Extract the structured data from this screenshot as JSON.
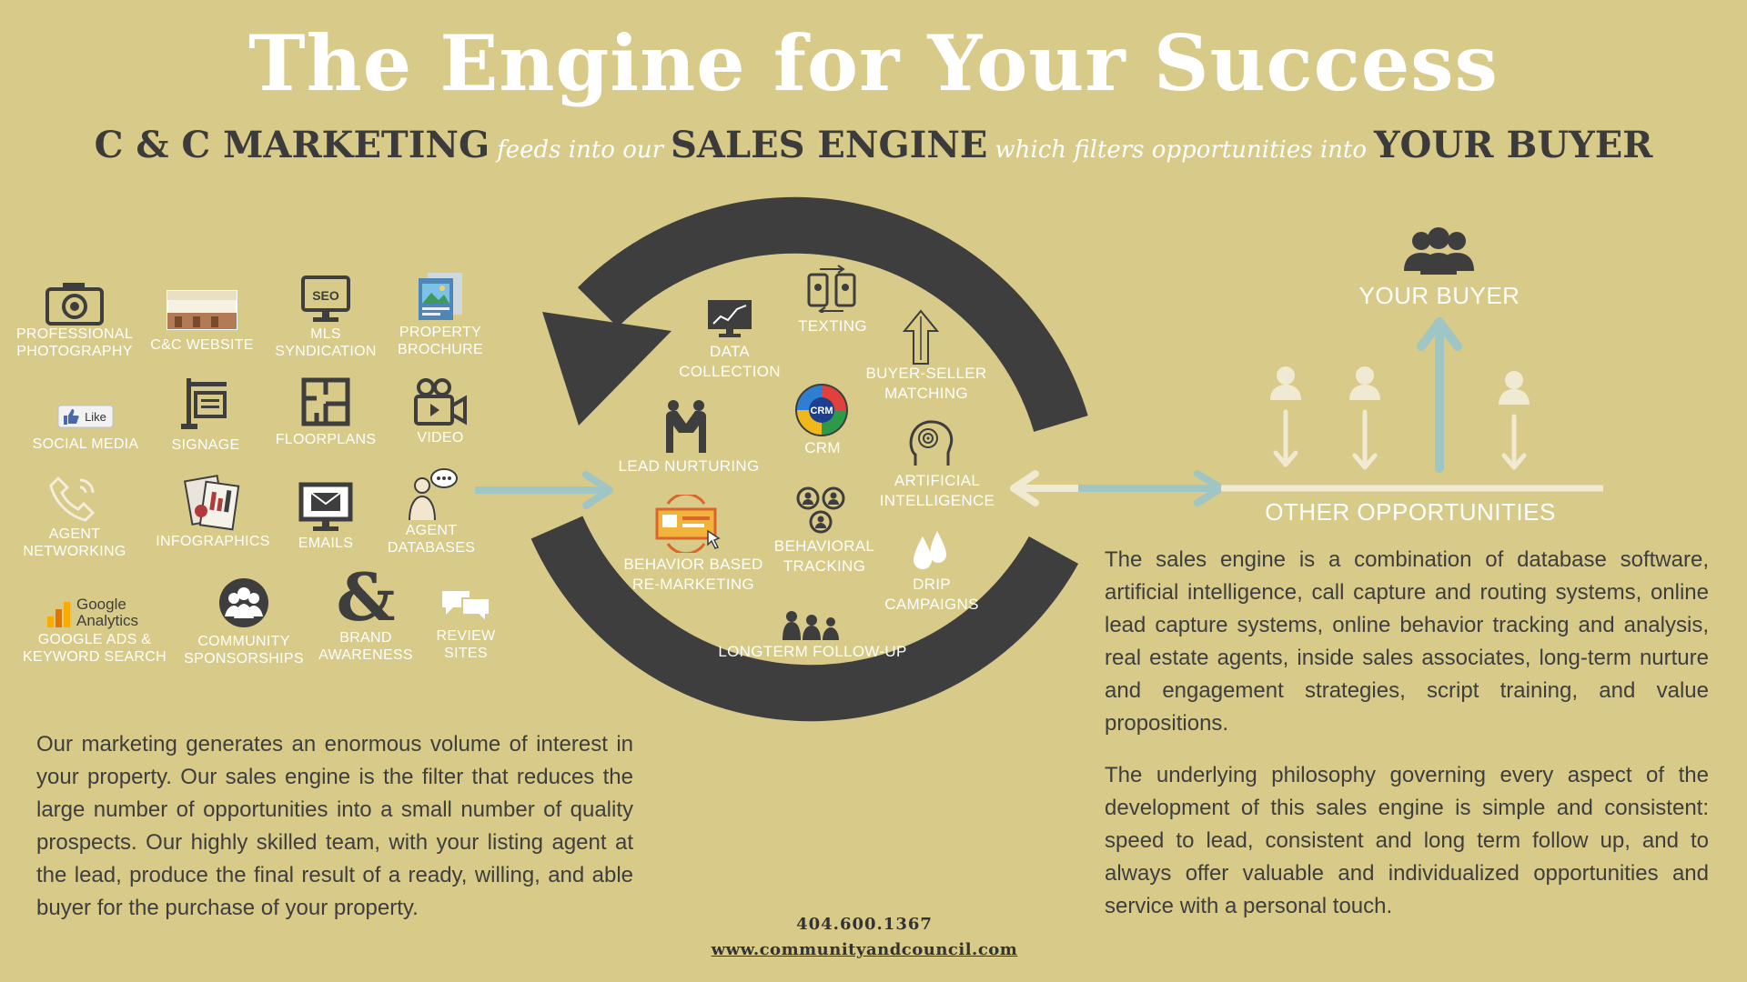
{
  "header": {
    "title": "The Engine for Your Success",
    "sub_1": "C & C MARKETING",
    "sub_2": "feeds into our",
    "sub_3": "SALES ENGINE",
    "sub_4": "which filters opportunities into",
    "sub_5": "YOUR BUYER"
  },
  "marketing": [
    {
      "icon": "camera-icon",
      "label": "PROFESSIONAL\nPHOTOGRAPHY"
    },
    {
      "icon": "website-icon",
      "label": "C&C WEBSITE"
    },
    {
      "icon": "seo-monitor-icon",
      "label": "MLS\nSYNDICATION"
    },
    {
      "icon": "brochure-icon",
      "label": "PROPERTY\nBROCHURE"
    },
    {
      "icon": "like-icon",
      "text": "Like",
      "label": "SOCIAL MEDIA"
    },
    {
      "icon": "sign-icon",
      "label": "SIGNAGE"
    },
    {
      "icon": "floorplan-icon",
      "label": "FLOORPLANS"
    },
    {
      "icon": "video-camera-icon",
      "label": "VIDEO"
    },
    {
      "icon": "phone-icon",
      "label": "AGENT\nNETWORKING"
    },
    {
      "icon": "infographic-icon",
      "label": "INFOGRAPHICS"
    },
    {
      "icon": "email-monitor-icon",
      "label": "EMAILS"
    },
    {
      "icon": "agent-chat-icon",
      "label": "AGENT\nDATABASES"
    },
    {
      "icon": "google-analytics-icon",
      "text_1": "Google",
      "text_2": "Analytics",
      "label": "GOOGLE ADS &\nKEYWORD SEARCH"
    },
    {
      "icon": "community-icon",
      "label": "COMMUNITY\nSPONSORSHIPS"
    },
    {
      "icon": "ampersand-icon",
      "text": "&",
      "label": "BRAND\nAWARENESS"
    },
    {
      "icon": "chat-bubbles-icon",
      "label": "REVIEW\nSITES"
    }
  ],
  "engine": {
    "data_collection": "DATA\nCOLLECTION",
    "texting": "TEXTING",
    "buyer_seller": "BUYER-SELLER\nMATCHING",
    "lead_nurturing": "LEAD NURTURING",
    "crm": "CRM",
    "crm_badge": "CRM",
    "ai": "ARTIFICIAL\nINTELLIGENCE",
    "behavior_remarketing": "BEHAVIOR BASED\nRE-MARKETING",
    "behavioral_tracking": "BEHAVIORAL\nTRACKING",
    "drip": "DRIP\nCAMPAIGNS",
    "longterm": "LONGTERM FOLLOW-UP"
  },
  "buyer": {
    "your_buyer": "YOUR BUYER",
    "other": "OTHER OPPORTUNITIES"
  },
  "text": {
    "left": "Our marketing generates an enormous volume of interest in your property. Our sales engine is the filter that reduces the large number of opportunities into a small number of quality prospects. Our highly skilled team, with your listing agent at the lead, produce the final result of a ready, willing, and able buyer for the purchase of your property.",
    "right_1": "The sales engine is a combination of database software, artificial intelligence, call capture and routing systems, online lead capture systems, online behavior tracking and analysis, real estate agents, inside sales associates, long-term nurture and engagement strategies, script training, and value propositions.",
    "right_2": "The underlying philosophy governing every aspect of the development of this sales engine is simple and consistent:  speed to lead, consistent and long term follow up, and to always offer valuable and individualized opportunities and service with a personal touch."
  },
  "footer": {
    "phone": "404.600.1367",
    "website": "www.communityandcouncil.com"
  },
  "colors": {
    "background": "#d8ca88",
    "dark": "#3e3e3e",
    "arrow_blue": "#9fc6c4",
    "white": "#ffffff"
  }
}
